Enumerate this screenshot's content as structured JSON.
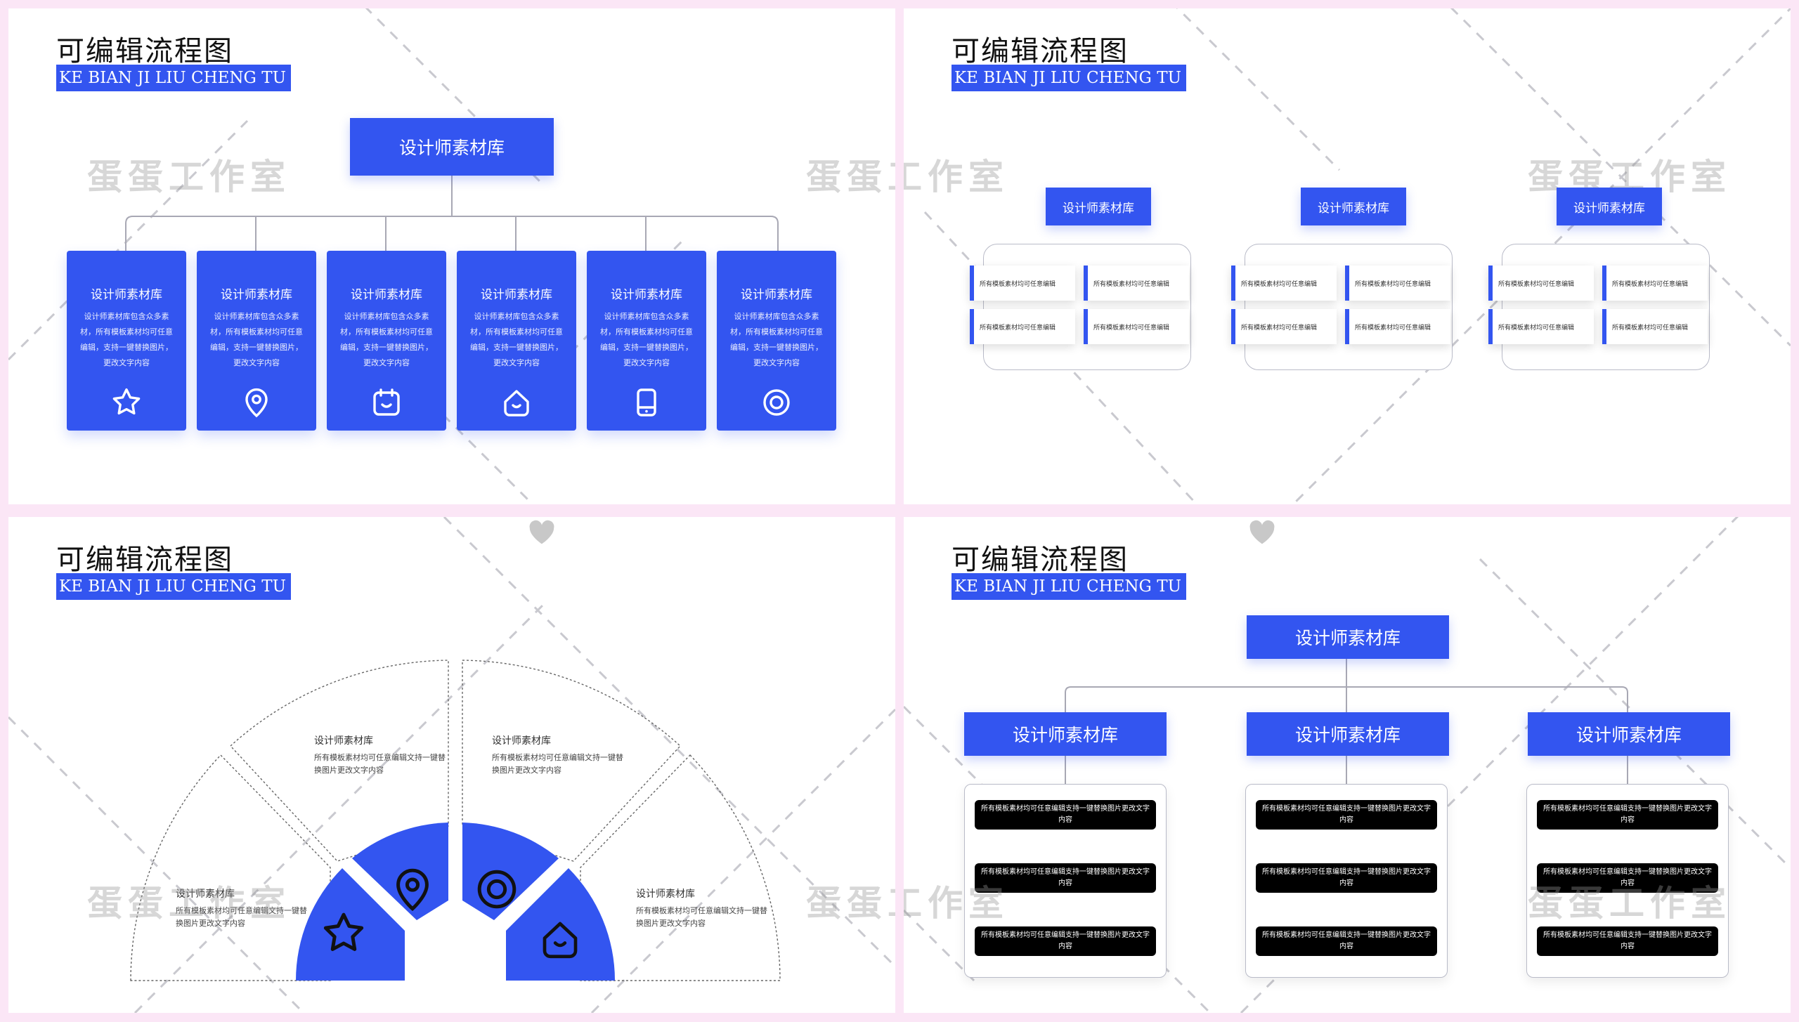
{
  "colors": {
    "accent": "#3355f0",
    "frame": "#fbe6f6",
    "watermark": "#969696"
  },
  "watermark": "蛋蛋工作室",
  "panels": [
    {
      "title": "可编辑流程图",
      "subtitle": "KE BIAN JI LIU CHENG TU",
      "root_label": "设计师素材库",
      "cards": [
        {
          "title": "设计师素材库",
          "desc": "设计师素材库包含众多素材，所有模板素材均可任意编辑，支持一键替换图片，更改文字内容",
          "icon": "star-icon"
        },
        {
          "title": "设计师素材库",
          "desc": "设计师素材库包含众多素材，所有模板素材均可任意编辑，支持一键替换图片，更改文字内容",
          "icon": "location-pin-icon"
        },
        {
          "title": "设计师素材库",
          "desc": "设计师素材库包含众多素材，所有模板素材均可任意编辑，支持一键替换图片，更改文字内容",
          "icon": "calendar-icon"
        },
        {
          "title": "设计师素材库",
          "desc": "设计师素材库包含众多素材，所有模板素材均可任意编辑，支持一键替换图片，更改文字内容",
          "icon": "home-icon"
        },
        {
          "title": "设计师素材库",
          "desc": "设计师素材库包含众多素材，所有模板素材均可任意编辑，支持一键替换图片，更改文字内容",
          "icon": "phone-icon"
        },
        {
          "title": "设计师素材库",
          "desc": "设计师素材库包含众多素材，所有模板素材均可任意编辑，支持一键替换图片，更改文字内容",
          "icon": "target-icon"
        }
      ]
    },
    {
      "title": "可编辑流程图",
      "subtitle": "KE BIAN JI LIU CHENG TU",
      "groups": [
        {
          "label": "设计师素材库",
          "items": [
            "所有模板素材均可任意编辑",
            "所有模板素材均可任意编辑",
            "所有模板素材均可任意编辑",
            "所有模板素材均可任意编辑"
          ]
        },
        {
          "label": "设计师素材库",
          "items": [
            "所有模板素材均可任意编辑",
            "所有模板素材均可任意编辑",
            "所有模板素材均可任意编辑",
            "所有模板素材均可任意编辑"
          ]
        },
        {
          "label": "设计师素材库",
          "items": [
            "所有模板素材均可任意编辑",
            "所有模板素材均可任意编辑",
            "所有模板素材均可任意编辑",
            "所有模板素材均可任意编辑"
          ]
        }
      ]
    },
    {
      "title": "可编辑流程图",
      "subtitle": "KE BIAN JI LIU CHENG TU",
      "segments": [
        {
          "title": "设计师素材库",
          "desc": "所有模板素材均可任意编辑文持一键替换图片更改文字内容",
          "icon": "star-icon"
        },
        {
          "title": "设计师素材库",
          "desc": "所有模板素材均可任意编辑文持一键替换图片更改文字内容",
          "icon": "location-pin-icon"
        },
        {
          "title": "设计师素材库",
          "desc": "所有模板素材均可任意编辑文持一键替换图片更改文字内容",
          "icon": "target-icon"
        },
        {
          "title": "设计师素材库",
          "desc": "所有模板素材均可任意编辑文持一键替换图片更改文字内容",
          "icon": "home-icon"
        }
      ]
    },
    {
      "title": "可编辑流程图",
      "subtitle": "KE BIAN JI LIU CHENG TU",
      "root_label": "设计师素材库",
      "branches": [
        {
          "label": "设计师素材库",
          "items": [
            "所有模板素材均可任意编辑支持一键替换图片更改文字内容",
            "所有模板素材均可任意编辑支持一键替换图片更改文字内容",
            "所有模板素材均可任意编辑支持一键替换图片更改文字内容"
          ]
        },
        {
          "label": "设计师素材库",
          "items": [
            "所有模板素材均可任意编辑支持一键替换图片更改文字内容",
            "所有模板素材均可任意编辑支持一键替换图片更改文字内容",
            "所有模板素材均可任意编辑支持一键替换图片更改文字内容"
          ]
        },
        {
          "label": "设计师素材库",
          "items": [
            "所有模板素材均可任意编辑支持一键替换图片更改文字内容",
            "所有模板素材均可任意编辑支持一键替换图片更改文字内容",
            "所有模板素材均可任意编辑支持一键替换图片更改文字内容"
          ]
        }
      ]
    }
  ]
}
